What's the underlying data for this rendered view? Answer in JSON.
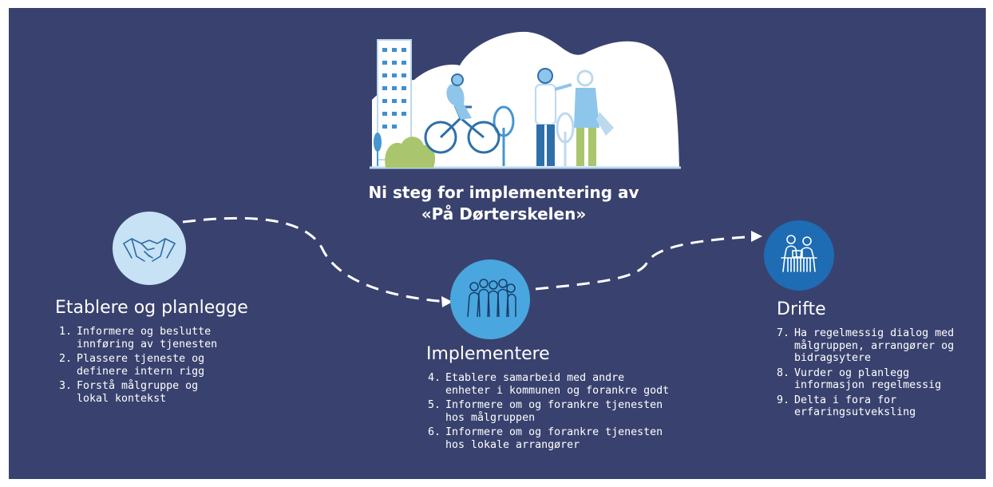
{
  "title": {
    "line1": "Ni steg for implementering av",
    "line2": "«På Dørterskelen»"
  },
  "stages": [
    {
      "name": "Etablere og planlegge",
      "icon": "handshake-icon",
      "steps": [
        {
          "num": "1.",
          "text": "Informere og beslutte\ninnføring av tjenesten"
        },
        {
          "num": "2.",
          "text": "Plassere tjeneste og\ndefinere intern rigg"
        },
        {
          "num": "3.",
          "text": "Forstå målgruppe og\nlokal kontekst"
        }
      ]
    },
    {
      "name": "Implementere",
      "icon": "people-group-icon",
      "steps": [
        {
          "num": "4.",
          "text": "Etablere samarbeid med andre\nenheter i kommunen og forankre godt"
        },
        {
          "num": "5.",
          "text": "Informere om og forankre tjenesten\nhos målgruppen"
        },
        {
          "num": "6.",
          "text": "Informere om og forankre tjenesten\nhos lokale arrangører"
        }
      ]
    },
    {
      "name": "Drifte",
      "icon": "meeting-icon",
      "steps": [
        {
          "num": "7.",
          "text": "Ha regelmessig dialog med\nmålgruppen, arrangører og\nbidragsytere"
        },
        {
          "num": "8.",
          "text": "Vurder og planlegg\ninformasjon regelmessig"
        },
        {
          "num": "9.",
          "text": "Delta i fora for\nerfaringsutveksling"
        }
      ]
    }
  ],
  "colors": {
    "background": "#39426e",
    "circle_light": "#c7e2f4",
    "circle_mid": "#4aa6df",
    "circle_dark": "#1e6cb4",
    "accent_green": "#a9c56d",
    "accent_blue": "#4596d2"
  }
}
